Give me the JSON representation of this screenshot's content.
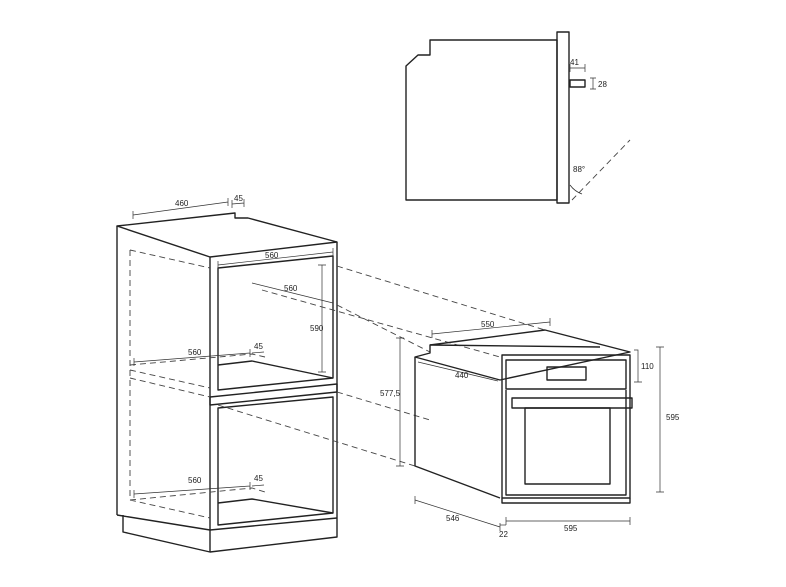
{
  "side_view": {
    "dim_knob_depth": "41",
    "dim_knob_height": "28",
    "dim_door_angle": "88°"
  },
  "cabinet": {
    "dim_top_depth": "460",
    "dim_top_gap": "45",
    "dim_inner_width": "560",
    "dim_inner_depth": "560",
    "dim_niche_height": "590",
    "dim_mid_shelf_width": "560",
    "dim_mid_shelf_gap": "45",
    "dim_bottom_shelf_width": "560",
    "dim_bottom_shelf_gap": "45"
  },
  "oven": {
    "dim_body_width": "550",
    "dim_body_depth": "440",
    "dim_body_height": "577,5",
    "dim_panel_height": "110",
    "dim_total_height": "595",
    "dim_total_depth": "546",
    "dim_front_width": "595",
    "dim_door_thickness": "22"
  }
}
